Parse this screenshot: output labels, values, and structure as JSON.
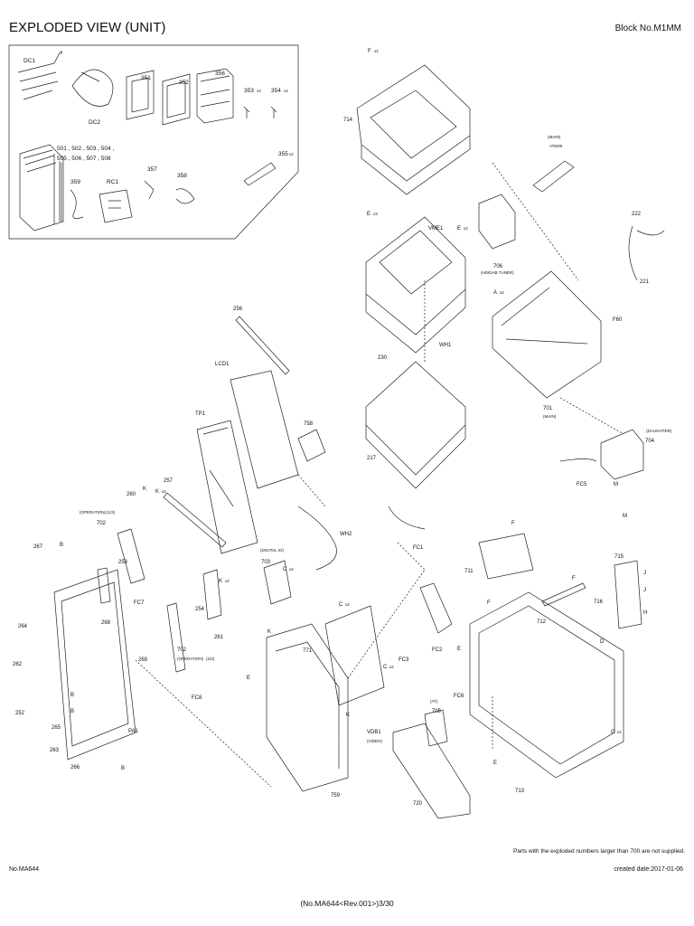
{
  "header": {
    "title": "EXPLODED VIEW (UNIT)",
    "block": "Block No.M1MM"
  },
  "accessories": {
    "labels": [
      "DC1",
      "DC2",
      "351",
      "352",
      "356",
      "353",
      "x4",
      "354",
      "x4",
      "501 , 502 , 503 , 504 ,",
      "505 , 506 , 507 , 508",
      "359",
      "RC1",
      "357",
      "358",
      "355",
      "x2"
    ]
  },
  "parts": {
    "labels": [
      "F",
      "x2",
      "714",
      "(MAIN)",
      "ATM39",
      "E",
      "x3",
      "VME1",
      "E",
      "x2",
      "706",
      "(HD/DAB TUNER)",
      "222",
      "221",
      "A",
      "x2",
      "F60",
      "230",
      "WH1",
      "217",
      "701",
      "(MAIN)",
      "(DAUGHTER)",
      "704",
      "FC5",
      "M",
      "M",
      "FC1",
      "256",
      "LCD1",
      "758",
      "TP1",
      "257",
      "260",
      "K",
      "K",
      "x2",
      "(OPERATION)",
      "(1/2)",
      "702",
      "267",
      "B",
      "253",
      "(DIGITAL IO)",
      "703",
      "C",
      "x2",
      "WH2",
      "FC7",
      "268",
      "K",
      "x2",
      "254",
      "261",
      "264",
      "269",
      "702",
      "(OPERATION)",
      "(2/2)",
      "262",
      "FC8",
      "B",
      "252",
      "B",
      "265",
      "263",
      "266",
      "PA1",
      "B",
      "K",
      "E",
      "771",
      "C",
      "x2",
      "C",
      "x2",
      "FC3",
      "FC2",
      "711",
      "F",
      "F",
      "715",
      "J",
      "J",
      "716",
      "712",
      "H",
      "F",
      "D",
      "(AT)",
      "705",
      "FC6",
      "VDB1",
      "(VIDEO)",
      "E",
      "G",
      "x2",
      "E",
      "713",
      "720",
      "759",
      "K"
    ]
  },
  "footer": {
    "note": "Parts with the exploded numbers larger than 700 are not supplied.",
    "doc_no": "No.MA644",
    "created": "created date:2017-01-06",
    "page_ref": "(No.MA644<Rev.001>)3/30"
  }
}
